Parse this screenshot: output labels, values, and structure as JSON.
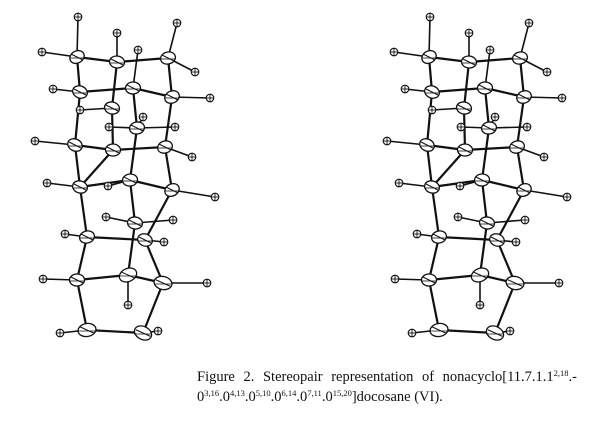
{
  "figure": {
    "label": "Figure 2.",
    "caption_line1": {
      "text": "Stereopair representation of nonacyclo[11.7.1.1",
      "sup": "2,18",
      "tail": ".-"
    },
    "caption_line2": [
      {
        "t": "0",
        "s": "3,16"
      },
      {
        "t": ".0",
        "s": "4,13"
      },
      {
        "t": ".0",
        "s": "5,10"
      },
      {
        "t": ".0",
        "s": "6,14"
      },
      {
        "t": ".0",
        "s": "7,11"
      },
      {
        "t": ".0",
        "s": "15,20"
      }
    ],
    "caption_line2_tail": "]docosane   (VI).",
    "panels": [
      "left-view",
      "right-view"
    ],
    "atom_labels_visible": false
  }
}
